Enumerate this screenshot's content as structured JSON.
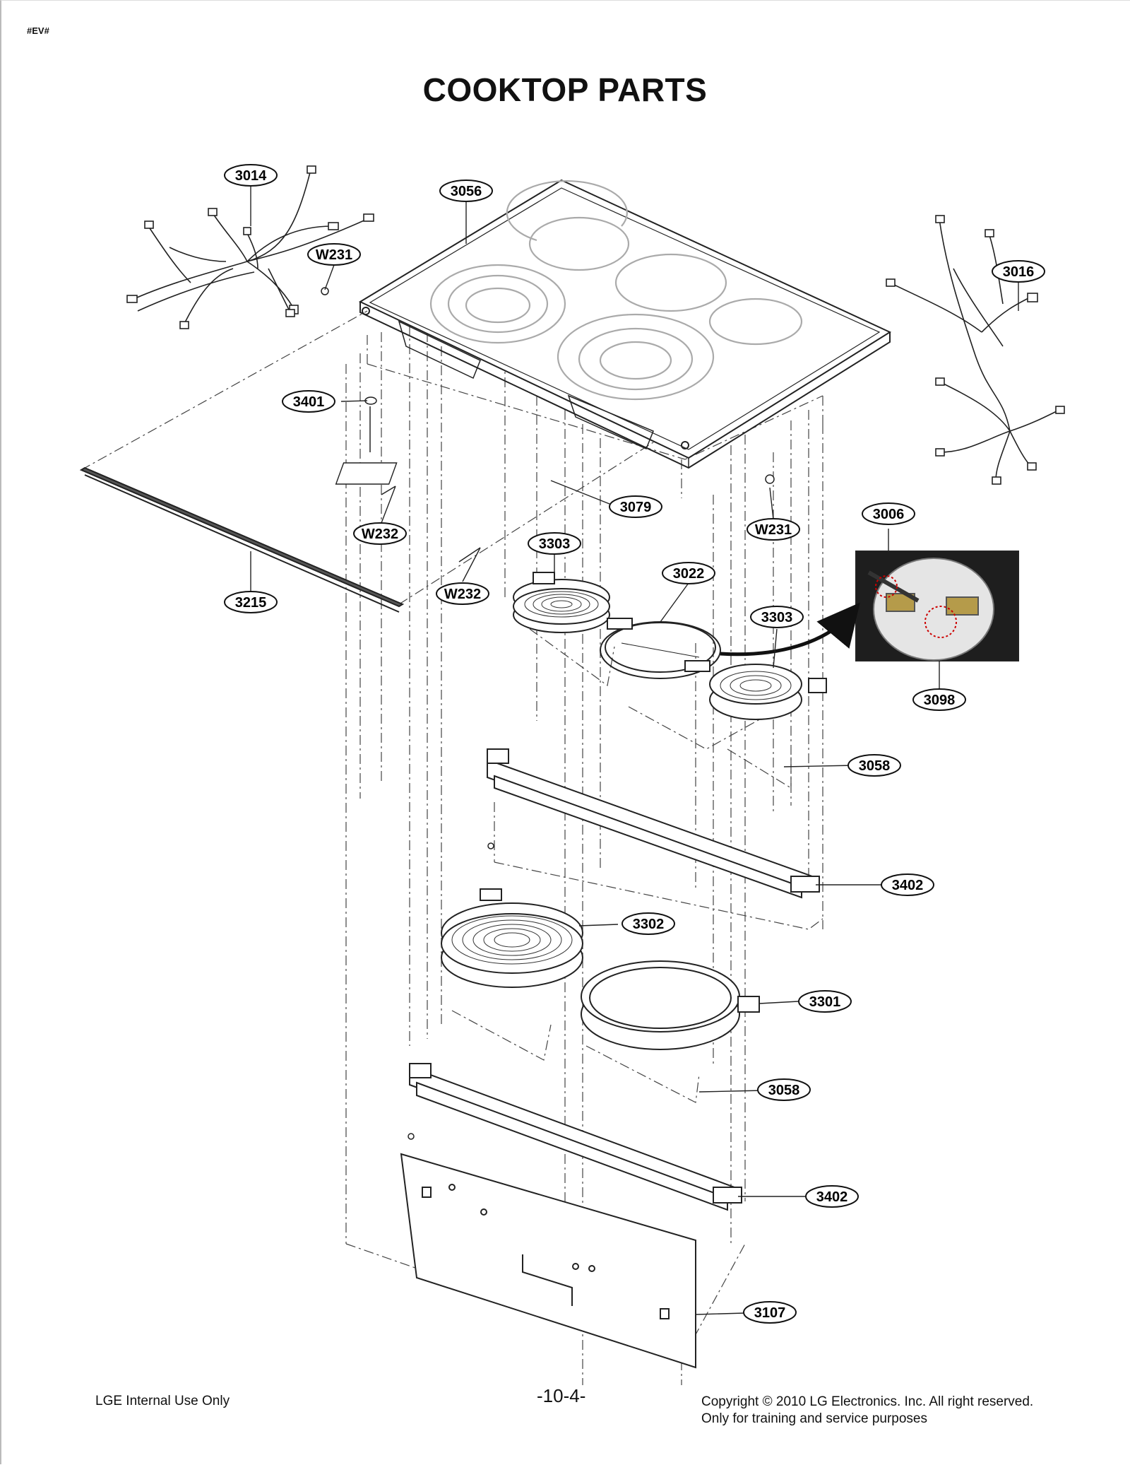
{
  "header": {
    "tag": "#EV#",
    "title": "COOKTOP PARTS"
  },
  "callouts": [
    {
      "id": "c3014",
      "label": "3014"
    },
    {
      "id": "c3056",
      "label": "3056"
    },
    {
      "id": "cW231a",
      "label": "W231"
    },
    {
      "id": "c3016",
      "label": "3016"
    },
    {
      "id": "c3401",
      "label": "3401"
    },
    {
      "id": "c3079",
      "label": "3079"
    },
    {
      "id": "cW231b",
      "label": "W231"
    },
    {
      "id": "cW232a",
      "label": "W232"
    },
    {
      "id": "c3006",
      "label": "3006"
    },
    {
      "id": "c3303a",
      "label": "3303"
    },
    {
      "id": "c3022",
      "label": "3022"
    },
    {
      "id": "c3215",
      "label": "3215"
    },
    {
      "id": "cW232b",
      "label": "W232"
    },
    {
      "id": "c3303b",
      "label": "3303"
    },
    {
      "id": "c3098",
      "label": "3098"
    },
    {
      "id": "c3058a",
      "label": "3058"
    },
    {
      "id": "c3402a",
      "label": "3402"
    },
    {
      "id": "c3302",
      "label": "3302"
    },
    {
      "id": "c3301",
      "label": "3301"
    },
    {
      "id": "c3058b",
      "label": "3058"
    },
    {
      "id": "c3402b",
      "label": "3402"
    },
    {
      "id": "c3107",
      "label": "3107"
    }
  ],
  "footer": {
    "left": "LGE Internal Use Only",
    "page": "-10-4-",
    "copyright": "Copyright © 2010 LG Electronics. Inc. All right reserved.",
    "purpose": "Only for training and service purposes"
  }
}
